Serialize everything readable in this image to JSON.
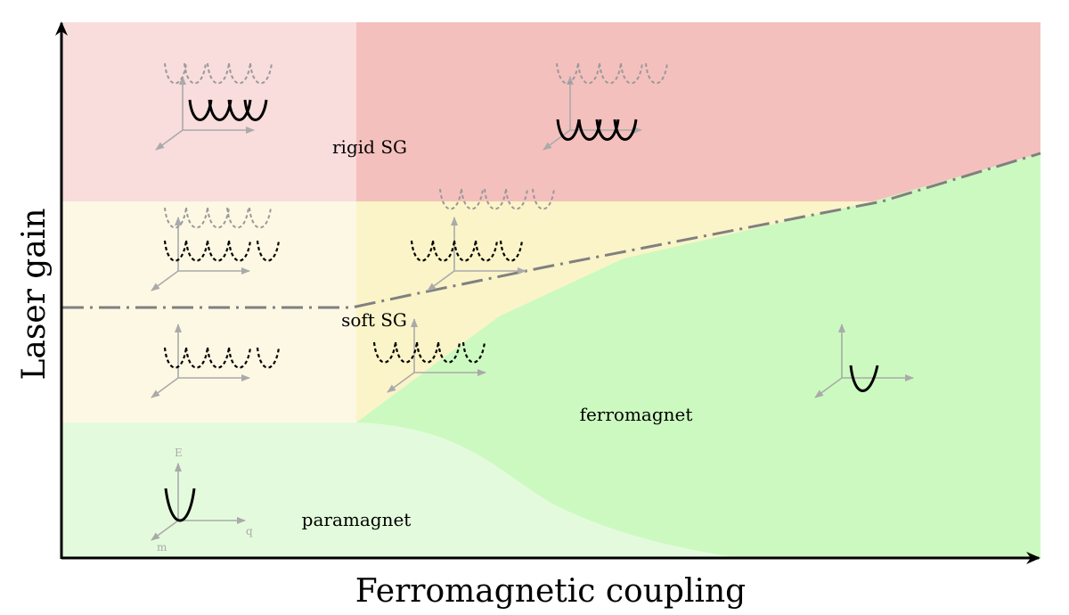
{
  "axes": {
    "x_title": "Ferromagnetic coupling",
    "y_title": "Laser gain"
  },
  "regions": {
    "rigid_sg": "rigid SG",
    "soft_sg": "soft SG",
    "ferromagnet": "ferromagnet",
    "paramagnet": "paramagnet"
  },
  "mini_axes": {
    "energy": "E",
    "momentum": "q",
    "magnetization": "m"
  },
  "colors": {
    "rigid_sg_light": "#f9dcdc",
    "rigid_sg": "#f4c0bd",
    "soft_sg": "#fdf8e4",
    "soft_sg_mid": "#fbf4c8",
    "ferromagnet": "#ccf9c0",
    "paramagnet": "#e3fbdc",
    "boundary_line": "#808080",
    "schematic_axis": "#aaaaaa"
  }
}
